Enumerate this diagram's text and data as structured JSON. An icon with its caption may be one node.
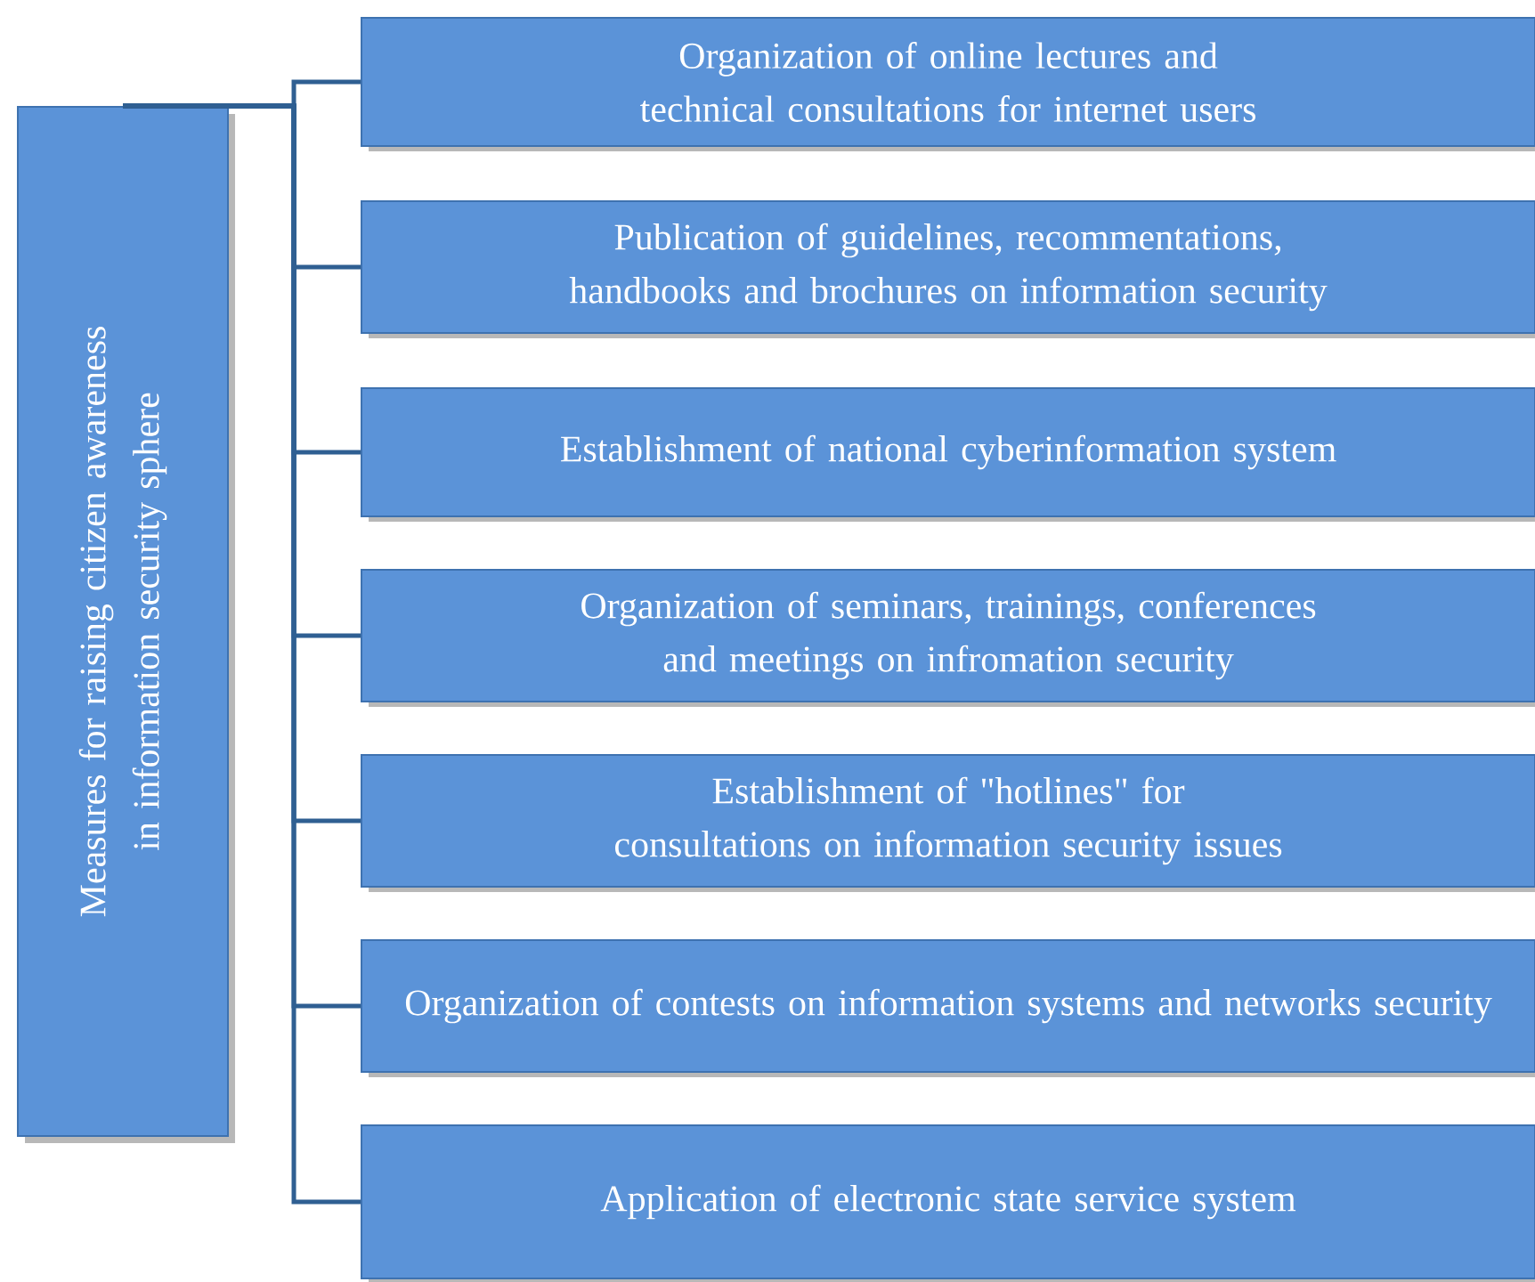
{
  "diagram": {
    "nodes": [
      {
        "text": [
          "Measures for raising citizen awareness in information security sphere"
        ]
      },
      {
        "text": [
          "Organization of online lectures and technical consultations for internet users"
        ]
      },
      {
        "text": [
          "Publication of guidelines, recommentations, handbooks and brochures on information security"
        ]
      },
      {
        "text": [
          "Establishment of national cyberinformation system"
        ]
      },
      {
        "text": [
          "Organization of seminars, trainings, conferences and meetings on infromation security"
        ]
      },
      {
        "text": [
          "Establishment of \"hotlines\" for consultations on information security issues"
        ]
      },
      {
        "text": [
          "Organization of contests on information systems and networks security"
        ]
      },
      {
        "text": [
          "Application of electronic state service system"
        ]
      }
    ],
    "edges": [
      {
        "from": 0,
        "to": 1,
        "arrow": "none"
      },
      {
        "from": 0,
        "to": 2,
        "arrow": "none"
      },
      {
        "from": 0,
        "to": 3,
        "arrow": "none"
      },
      {
        "from": 0,
        "to": 4,
        "arrow": "none"
      },
      {
        "from": 0,
        "to": 5,
        "arrow": "none"
      },
      {
        "from": 0,
        "to": 6,
        "arrow": "none"
      },
      {
        "from": 0,
        "to": 7,
        "arrow": "none"
      }
    ]
  }
}
